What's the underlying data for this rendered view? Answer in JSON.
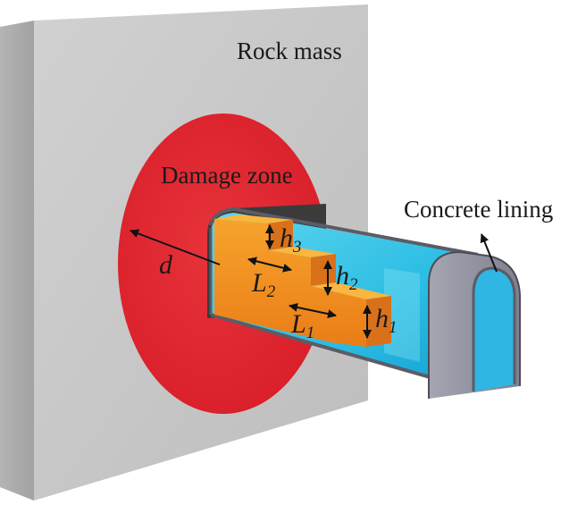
{
  "labels": {
    "rock_mass": "Rock mass",
    "damage_zone": "Damage zone",
    "concrete_lining": "Concrete lining",
    "d": "d",
    "h3": {
      "base": "h",
      "sub": "3"
    },
    "h2": {
      "base": "h",
      "sub": "2"
    },
    "h1": {
      "base": "h",
      "sub": "1"
    },
    "L2": {
      "base": "L",
      "sub": "2"
    },
    "L1": {
      "base": "L",
      "sub": "1"
    }
  },
  "colors": {
    "rock_mass": "#c9c8c8",
    "damage_zone": "#e0232d",
    "tunnel_water": "#3cc6e6",
    "step_block": "#f28a1e",
    "lining": "#8e8f9c"
  }
}
